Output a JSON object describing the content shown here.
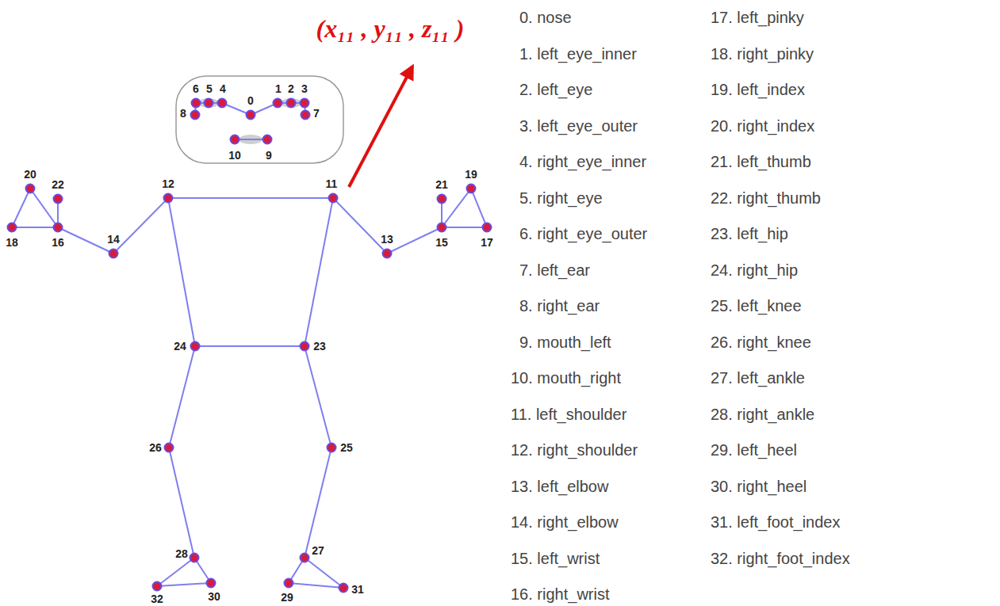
{
  "diagram": {
    "labels": [
      "(x₁₁ , y₁₁ , z₁₁ )",
      "0",
      "1",
      "2",
      "3",
      "4",
      "5",
      "6",
      "7",
      "8",
      "9",
      "10",
      "11",
      "12",
      "13",
      "14",
      "15",
      "16",
      "17",
      "18",
      "19",
      "20",
      "21",
      "22",
      "23",
      "24",
      "25",
      "26",
      "27",
      "28",
      "29",
      "30",
      "31",
      "32",
      "0. nose",
      "1. left_eye_inner",
      "2. left_eye",
      "3. left_eye_outer",
      "4. right_eye_inner",
      "5. right_eye",
      "6. right_eye_outer",
      "7. left_ear",
      "8. right_ear",
      "9. mouth_left",
      "10. mouth_right",
      "11. left_shoulder",
      "12. right_shoulder",
      "13. left_elbow",
      "14. right_elbow",
      "15. left_wrist",
      "16. right_wrist",
      "17. left_pinky",
      "18. right_pinky",
      "19. left_index",
      "20. right_index",
      "21. left_thumb",
      "22. right_thumb",
      "23. left_hip",
      "24. right_hip",
      "25. left_knee",
      "26. right_knee",
      "27. left_ankle",
      "28. right_ankle",
      "29. left_heel",
      "30. right_heel",
      "31. left_foot_index",
      "32. right_foot_index"
    ]
  }
}
